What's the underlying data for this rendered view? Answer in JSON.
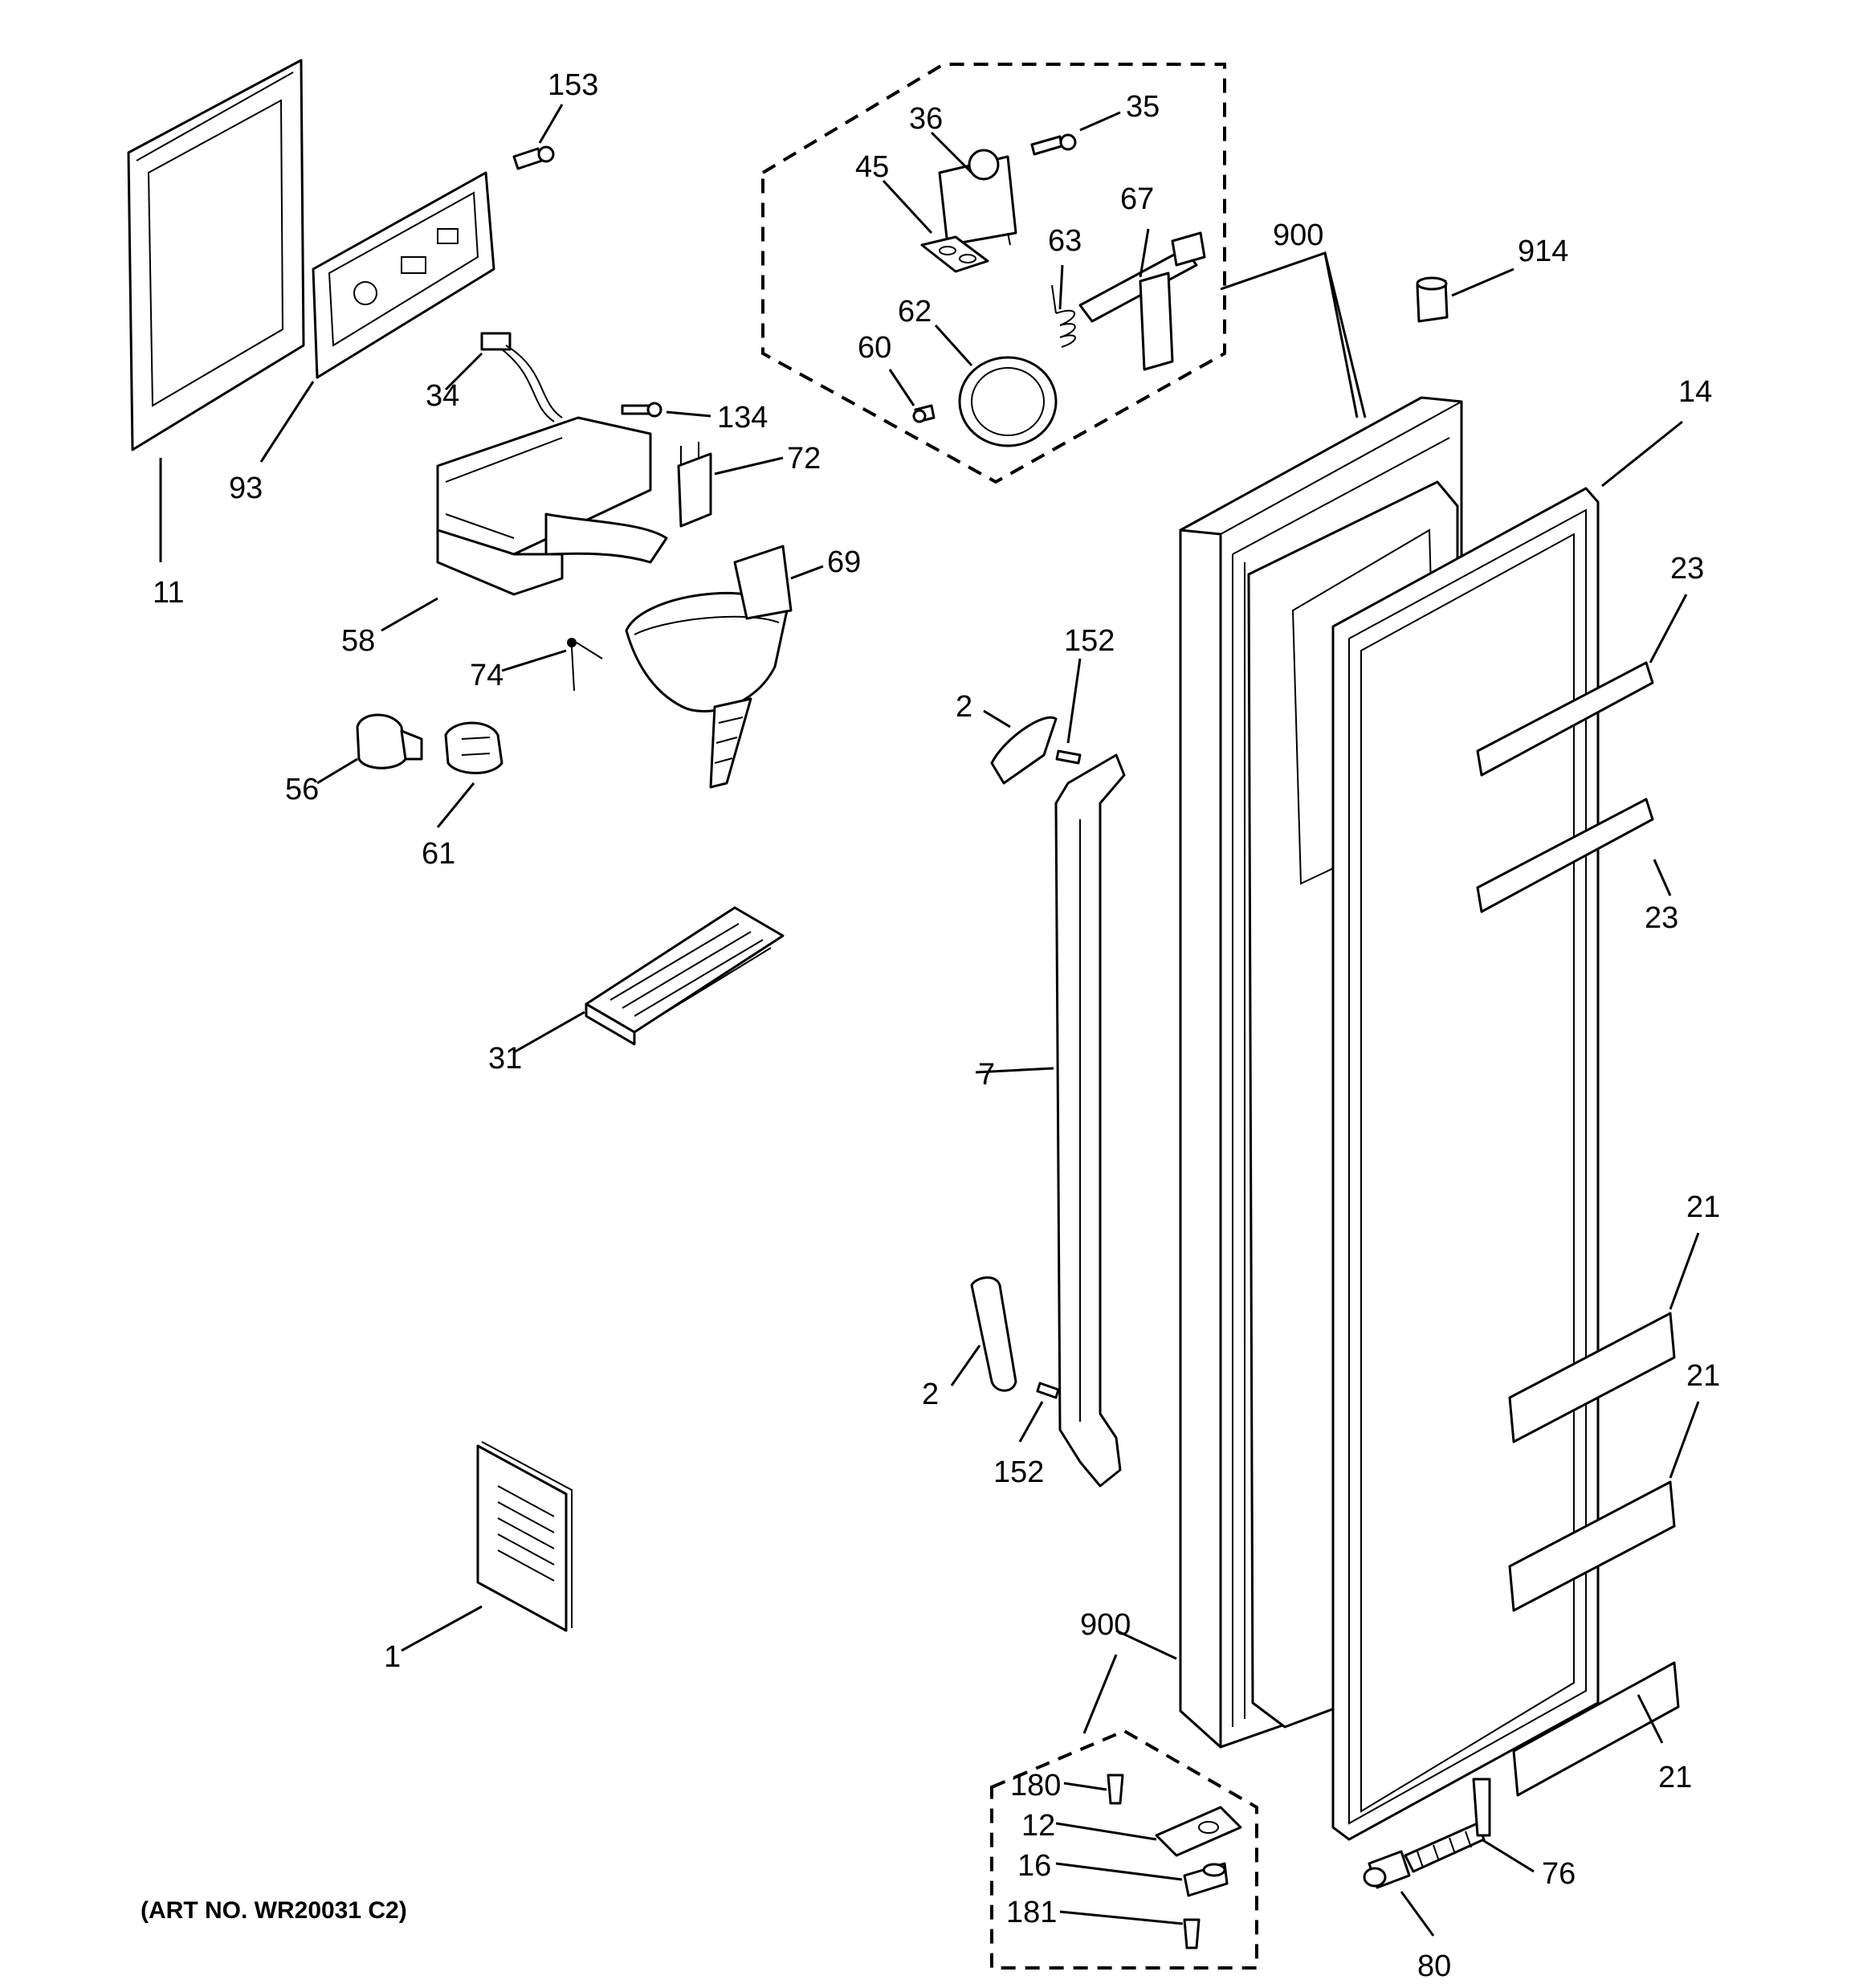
{
  "callouts": {
    "c153": "153",
    "c11": "11",
    "c93": "93",
    "c34": "34",
    "c134": "134",
    "c72": "72",
    "c58": "58",
    "c69": "69",
    "c74": "74",
    "c56": "56",
    "c61": "61",
    "c31": "31",
    "c1": "1",
    "c36": "36",
    "c35": "35",
    "c45": "45",
    "c67": "67",
    "c63": "63",
    "c62": "62",
    "c60": "60",
    "c900a": "900",
    "c914": "914",
    "c14": "14",
    "c23a": "23",
    "c23b": "23",
    "c152a": "152",
    "c2a": "2",
    "c7": "7",
    "c2b": "2",
    "c152b": "152",
    "c21a": "21",
    "c21b": "21",
    "c21c": "21",
    "c900b": "900",
    "c180": "180",
    "c12": "12",
    "c16": "16",
    "c181": "181",
    "c76": "76",
    "c80": "80"
  },
  "art_number": "(ART NO. WR20031 C2)"
}
